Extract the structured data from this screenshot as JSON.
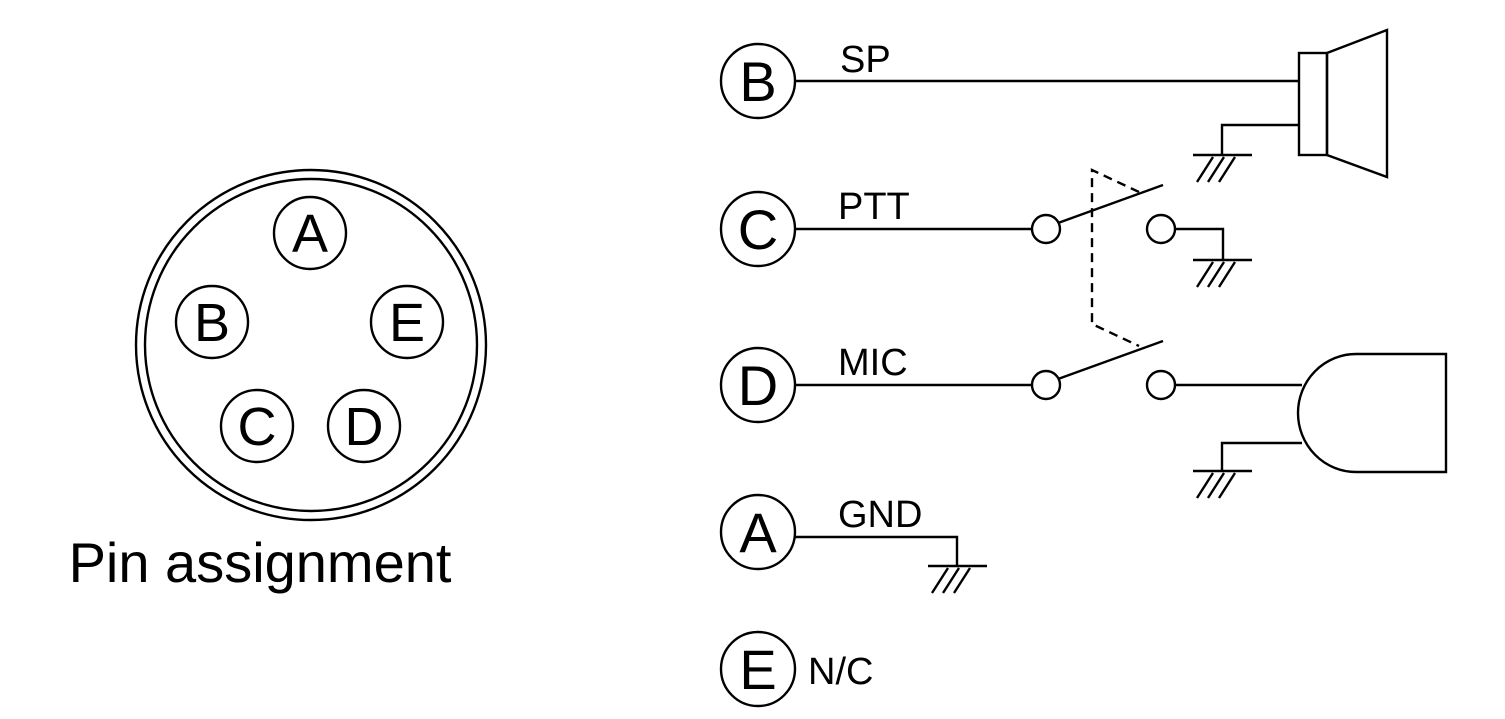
{
  "connector": {
    "caption": "Pin assignment",
    "pins": [
      "A",
      "B",
      "C",
      "D",
      "E"
    ]
  },
  "wiring": [
    {
      "pin": "B",
      "signal": "SP"
    },
    {
      "pin": "C",
      "signal": "PTT"
    },
    {
      "pin": "D",
      "signal": "MIC"
    },
    {
      "pin": "A",
      "signal": "GND"
    },
    {
      "pin": "E",
      "signal": "N/C"
    }
  ]
}
